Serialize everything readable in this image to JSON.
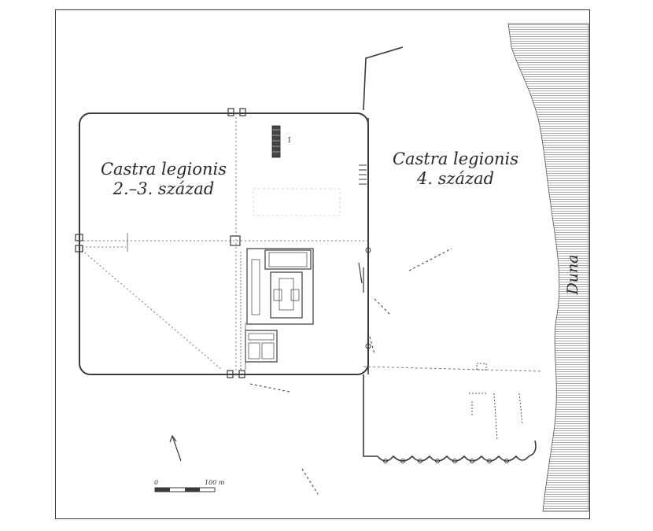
{
  "map": {
    "labels": {
      "castra_old_line1": "Castra legionis",
      "castra_old_line2": "2.–3. század",
      "castra_new_line1": "Castra legionis",
      "castra_new_line2": "4. század",
      "river": "Duna"
    },
    "scale": {
      "start": "0",
      "end": "100 m"
    },
    "building_marker": "I",
    "colors": {
      "ink": "#3a3a3a",
      "river_hatch": "#7a7a7a",
      "background": "#ffffff"
    },
    "icons": [
      "north-arrow-icon",
      "scale-bar",
      "river-hatching"
    ]
  }
}
